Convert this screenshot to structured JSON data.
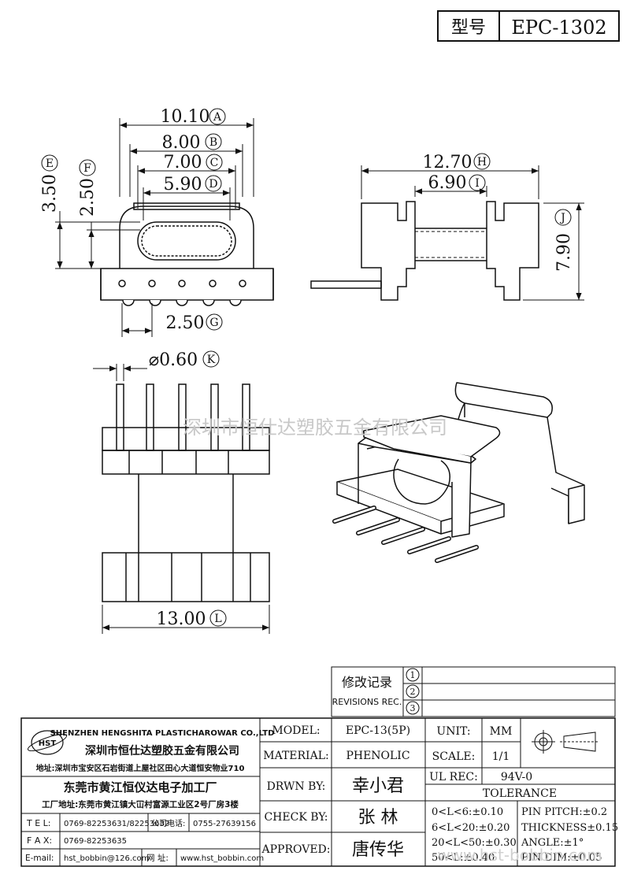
{
  "header": {
    "model_label": "型号",
    "model_value": "EPC-1302"
  },
  "dimensions": {
    "A": "10.10",
    "B": "8.00",
    "C": "7.00",
    "D": "5.90",
    "E": "3.50",
    "F": "2.50",
    "G": "2.50",
    "H": "12.70",
    "I": "6.90",
    "J": "7.90",
    "K": "⌀0.60",
    "L": "13.00"
  },
  "markers": {
    "A": "A",
    "B": "B",
    "C": "C",
    "D": "D",
    "E": "E",
    "F": "F",
    "G": "G",
    "H": "H",
    "I": "I",
    "J": "J",
    "K": "K",
    "L": "L"
  },
  "watermark": {
    "center": "深圳市恒仕达塑胶五金有限公司",
    "bottom": "www.hst-bobbin.com"
  },
  "revisions": {
    "title_cn": "修改记录",
    "title_en": "REVISIONS REC.",
    "rows": [
      "1",
      "2",
      "3"
    ]
  },
  "company": {
    "logo": "HST",
    "name_en": "SHENZHEN HENGSHITA PLASTICHAROWAR CO.,LTD",
    "name_cn": "深圳市恒仕达塑胶五金有限公司",
    "address": "地址:深圳市宝安区石岩街道上屋社区田心大道恒安物业710",
    "factory": "东莞市黄江恒仪达电子加工厂",
    "factory_address": "工厂地址:东莞市黄江镇大冚村富源工业区2号厂房3楼",
    "tel_label": "T E L:",
    "tel": "0769-82253631/82253632",
    "phone_label": "公司电话:",
    "phone": "0755-27639156",
    "fax_label": "F A X:",
    "fax": "0769-82253635",
    "email_label": "E-mail:",
    "email": "hst_bobbin@126.com",
    "web_label": "网  址:",
    "web": "www.hst_bobbin.com"
  },
  "titleblock": {
    "model_label": "MODEL:",
    "model": "EPC-13(5P)",
    "material_label": "MATERIAL:",
    "material": "PHENOLIC",
    "drawn_label": "DRWN BY:",
    "drawn": "幸小君",
    "check_label": "CHECK BY:",
    "check": "张 林",
    "approved_label": "APPROVED:",
    "approved": "唐传华",
    "unit_label": "UNIT:",
    "unit": "MM",
    "scale_label": "SCALE:",
    "scale": "1/1",
    "ul_label": "UL REC:",
    "ul": "94V-0",
    "tolerance_label": "TOLERANCE",
    "tol_left": [
      "0<L<6:±0.10",
      "6<L<20:±0.20",
      "20<L<50:±0.30",
      "50<L:±0.40"
    ],
    "tol_right": [
      "PIN PITCH:±0.2",
      "THICKNESS±0.15",
      "ANGLE:±1°",
      "PIN DIM:±0.05"
    ]
  }
}
